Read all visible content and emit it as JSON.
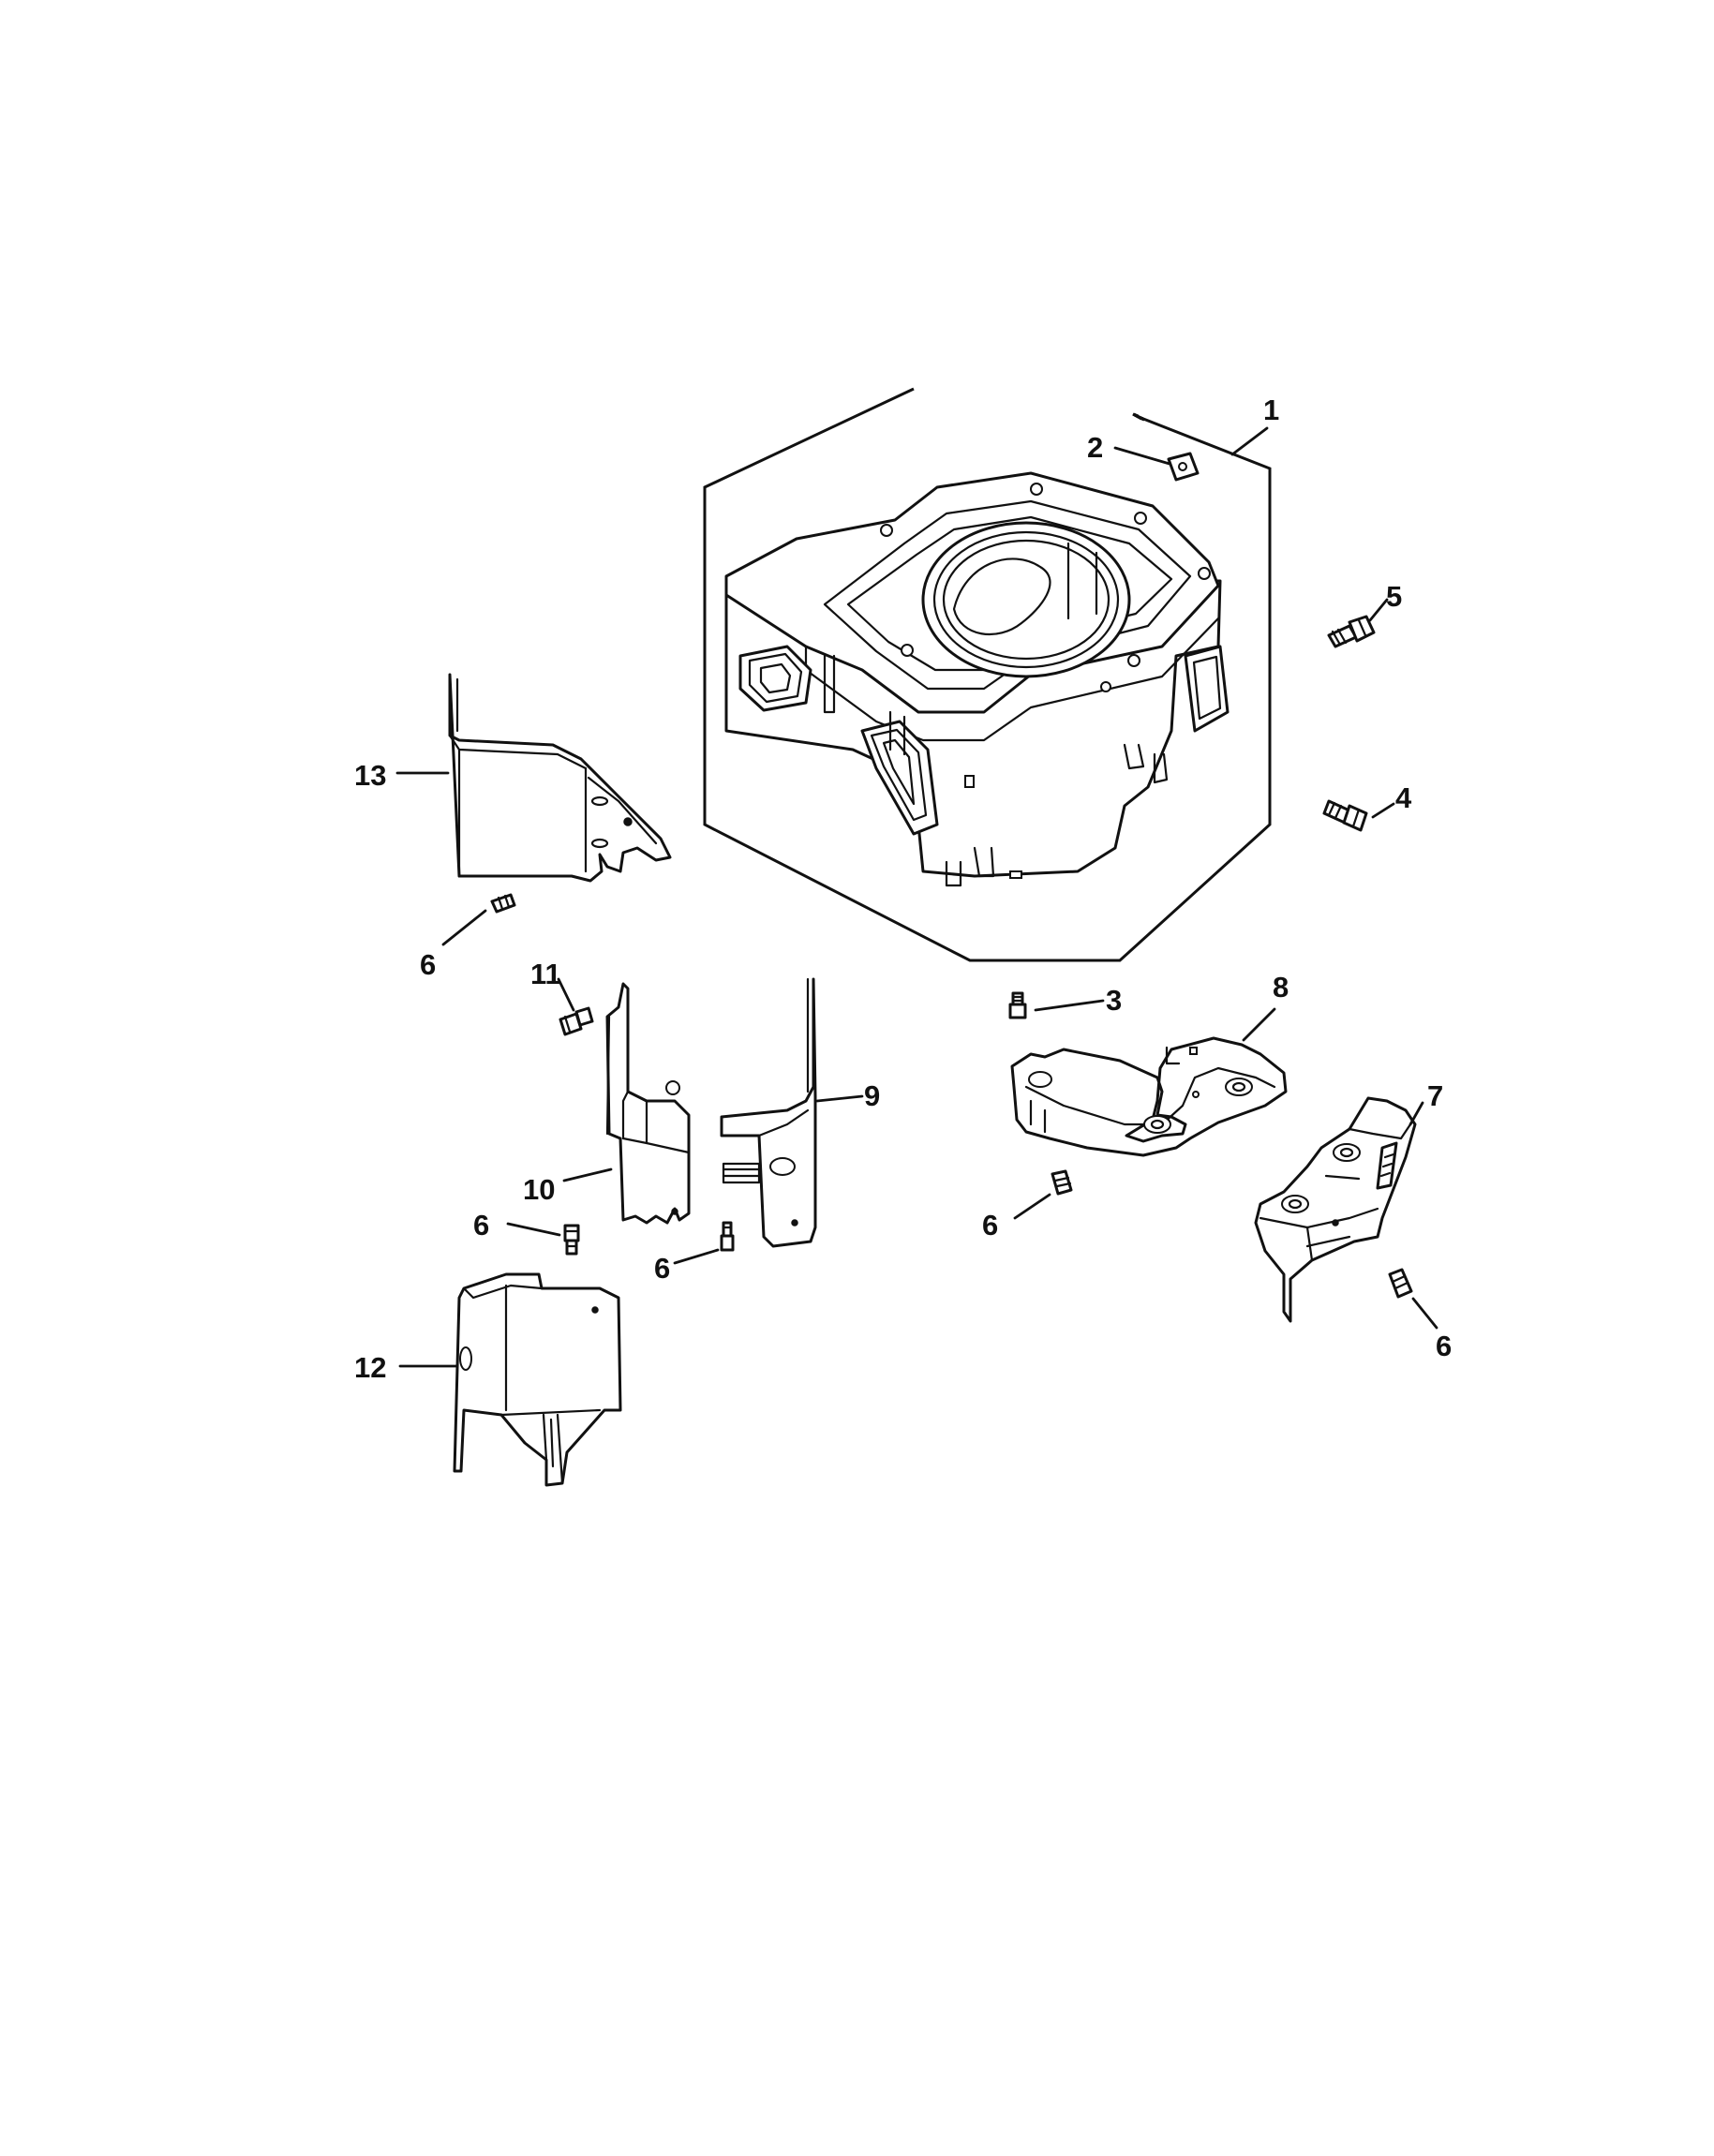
{
  "diagram": {
    "callouts": [
      {
        "id": "c1",
        "label": "1"
      },
      {
        "id": "c2",
        "label": "2"
      },
      {
        "id": "c3",
        "label": "3"
      },
      {
        "id": "c4",
        "label": "4"
      },
      {
        "id": "c5",
        "label": "5"
      },
      {
        "id": "c6a",
        "label": "6"
      },
      {
        "id": "c6b",
        "label": "6"
      },
      {
        "id": "c6c",
        "label": "6"
      },
      {
        "id": "c6d",
        "label": "6"
      },
      {
        "id": "c6e",
        "label": "6"
      },
      {
        "id": "c7",
        "label": "7"
      },
      {
        "id": "c8",
        "label": "8"
      },
      {
        "id": "c9",
        "label": "9"
      },
      {
        "id": "c10",
        "label": "10"
      },
      {
        "id": "c11",
        "label": "11"
      },
      {
        "id": "c12",
        "label": "12"
      },
      {
        "id": "c13",
        "label": "13"
      }
    ]
  }
}
